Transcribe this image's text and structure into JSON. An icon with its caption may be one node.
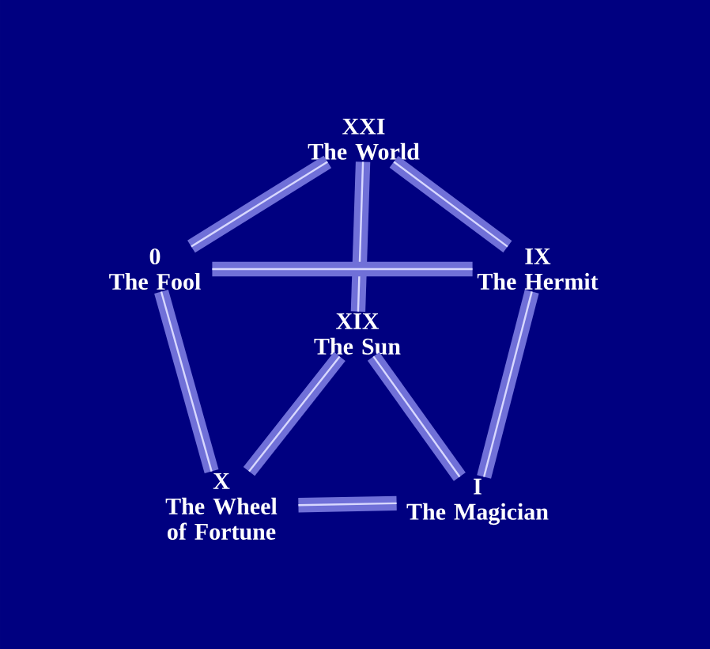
{
  "diagram": {
    "nodes": [
      {
        "text": [
          "XXI",
          "The World"
        ]
      },
      {
        "text": [
          "0",
          "The Fool"
        ]
      },
      {
        "text": [
          "IX",
          "The Hermit"
        ]
      },
      {
        "text": [
          "XIX",
          "The Sun"
        ]
      },
      {
        "text": [
          "X",
          "The Wheel of Fortune"
        ]
      },
      {
        "text": [
          "I",
          "The Magician"
        ]
      }
    ],
    "edges": [
      {
        "from": 0,
        "to": 1,
        "arrow": "none"
      },
      {
        "from": 0,
        "to": 2,
        "arrow": "none"
      },
      {
        "from": 0,
        "to": 3,
        "arrow": "none"
      },
      {
        "from": 1,
        "to": 2,
        "arrow": "none"
      },
      {
        "from": 1,
        "to": 4,
        "arrow": "none"
      },
      {
        "from": 2,
        "to": 5,
        "arrow": "none"
      },
      {
        "from": 3,
        "to": 4,
        "arrow": "none"
      },
      {
        "from": 3,
        "to": 5,
        "arrow": "none"
      },
      {
        "from": 4,
        "to": 5,
        "arrow": "none"
      }
    ]
  }
}
